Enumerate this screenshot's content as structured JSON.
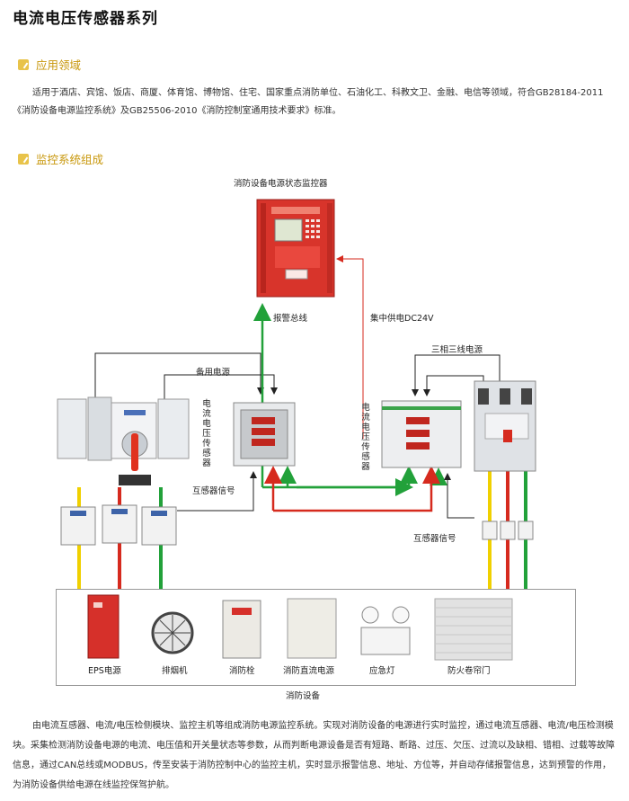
{
  "page_title": "电流电压传感器系列",
  "section1": {
    "heading": "应用领域"
  },
  "application_text": "适用于酒店、宾馆、饭店、商厦、体育馆、博物馆、住宅、国家重点消防单位、石油化工、科教文卫、金融、电信等领域，符合GB28184-2011《消防设备电源监控系统》及GB25506-2010《消防控制室通用技术要求》标准。",
  "section2": {
    "heading": "监控系统组成"
  },
  "diagram": {
    "monitor_label": "消防设备电源状态监控器",
    "alarm_bus": "报警总线",
    "dc24v": "集中供电DC24V",
    "backup_power": "备用电源",
    "three_phase": "三相三线电源",
    "sensor_left": "电流电压传感器",
    "sensor_right": "电流电压传感器",
    "ct_signal_left": "互感器信号",
    "ct_signal_right": "互感器信号",
    "equipment_group": "消防设备",
    "devices": [
      "EPS电源",
      "排烟机",
      "消防栓",
      "消防直流电源",
      "应急灯",
      "防火卷帘门"
    ]
  },
  "description_text": "由电流互感器、电流/电压检侧模块、监控主机等组成消防电源监控系统。实现对消防设备的电源进行实时监控，通过电流互感器、电流/电压检测模块。采集检测消防设备电源的电流、电压值和开关量状态等参数，从而判断电源设备是否有短路、断路、过压、欠压、过流以及缺相、错相、过载等故障信息，通过CAN总线或MODBUS，传至安装于消防控制中心的监控主机，实时显示报警信息、地址、方位等，并自动存储报警信息，达到预警的作用，为消防设备供给电源在线监控保驾护航。",
  "colors": {
    "accent": "#c8970a",
    "yellow": "#f0d000",
    "red": "#d62a1e",
    "green": "#22a13a"
  }
}
